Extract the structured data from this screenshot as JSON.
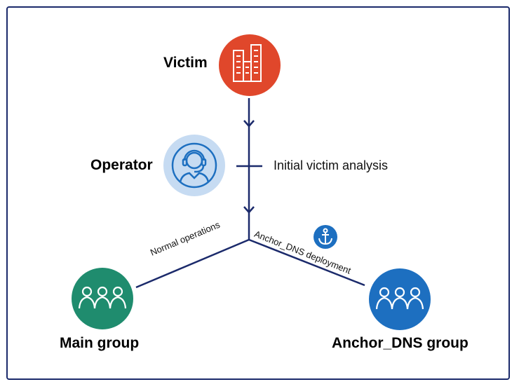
{
  "nodes": {
    "victim": {
      "label": "Victim",
      "color": "#e0472b",
      "icon": "buildings-icon"
    },
    "operator": {
      "label": "Operator",
      "color": "#c6dbf2",
      "icon": "headset-operator-icon"
    },
    "main_group": {
      "label": "Main group",
      "color": "#1f8c6e",
      "icon": "group-icon"
    },
    "anchor_dns_group": {
      "label": "Anchor_DNS group",
      "color": "#1d6fc0",
      "icon": "group-icon"
    }
  },
  "edges": {
    "initial_analysis": "Initial victim analysis",
    "normal_operations": "Normal operations",
    "anchor_dns_deployment": "Anchor_DNS deployment"
  },
  "badge": {
    "icon": "anchor-icon",
    "color": "#1d6fc0"
  },
  "colors": {
    "line": "#1b2a6b",
    "frame": "#1b2a6b"
  }
}
